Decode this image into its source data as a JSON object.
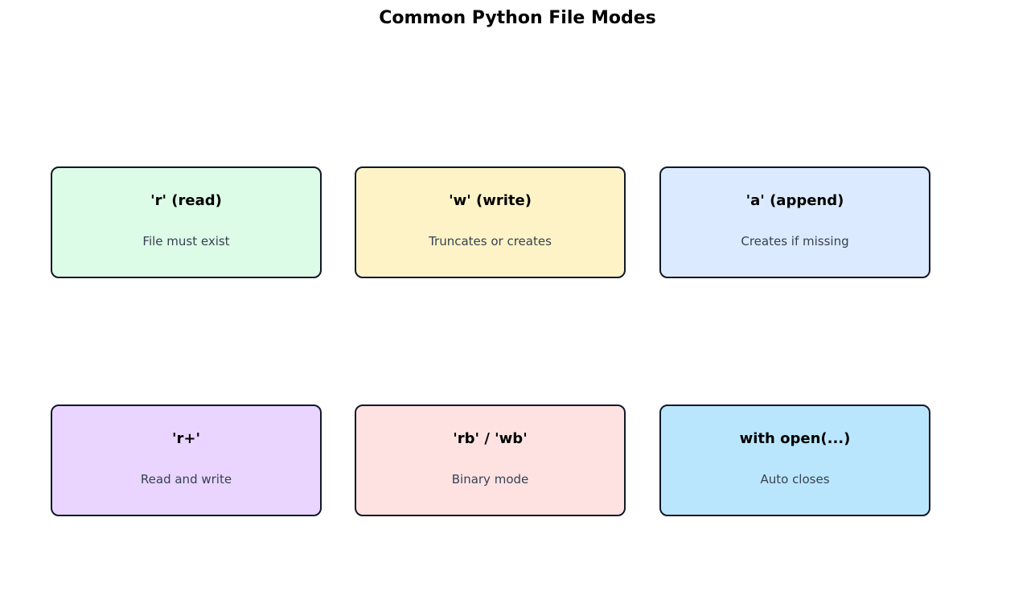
{
  "title": "Common Python File Modes",
  "cards": [
    {
      "title": "'r' (read)",
      "desc": "File must exist",
      "color": "#dcfce7"
    },
    {
      "title": "'w' (write)",
      "desc": "Truncates or creates",
      "color": "#fef3c7"
    },
    {
      "title": "'a' (append)",
      "desc": "Creates if missing",
      "color": "#dbeafe"
    },
    {
      "title": "'r+'",
      "desc": "Read and write",
      "color": "#e9d5ff"
    },
    {
      "title": "'rb' / 'wb'",
      "desc": "Binary mode",
      "color": "#fee2e2"
    },
    {
      "title": "with open(...)",
      "desc": "Auto closes",
      "color": "#bae6fd"
    }
  ]
}
